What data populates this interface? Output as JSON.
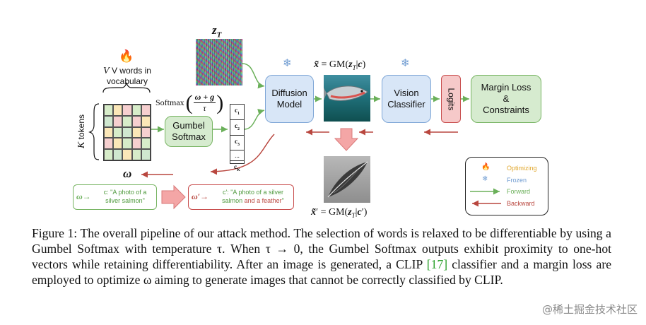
{
  "figure": {
    "z_T": "z_T",
    "v_words": "V words in vocabulary",
    "v_words_line1": "V words in",
    "v_words_line2": "vocabulary",
    "k_tokens": "K tokens",
    "omega": "ω",
    "softmax_label": "Softmax",
    "softmax_num": "ω + g",
    "softmax_den": "τ",
    "gumbel_box_line1": "Gumbel",
    "gumbel_box_line2": "Softmax",
    "c_tokens": [
      "c1",
      "c2",
      "c3",
      "...",
      "cK"
    ],
    "diffusion_line1": "Diffusion",
    "diffusion_line2": "Model",
    "x_tilde_eq": "x̃ = GM(zT|c)",
    "x_tilde_prime_eq": "x̃′ = GM(zT|c′)",
    "vision_line1": "Vision",
    "vision_line2": "Classifier",
    "logits": "Logits",
    "margin_line1": "Margin Loss",
    "margin_line2": "&",
    "margin_line3": "Constraints",
    "prompt_left_line1": "c: \"A photo of a",
    "prompt_left_line2": "silver salmon\"",
    "prompt_left_omega": "ω→",
    "prompt_right_omega": "ω′→",
    "prompt_right_line1": "c′: \"A photo of a silver",
    "prompt_right_line2a": "salmon",
    "prompt_right_line2b": " and a feather",
    "prompt_right_line2c": "\""
  },
  "legend": {
    "optimizing": "Optimizing",
    "frozen": "Frozen",
    "forward": "Forward",
    "backward": "Backward"
  },
  "colors": {
    "green": "#77b462",
    "red": "#c84c4c",
    "blue": "#7ea6d6",
    "optimizing": "#e1a72c",
    "frozen": "#6e9bd1",
    "forward": "#6bb05a",
    "backward": "#b9473f"
  },
  "caption": {
    "part1": "Figure 1: The overall pipeline of our attack method. The selection of words is relaxed to be differentiable by using a Gumbel Softmax with temperature τ. When τ → 0, the Gumbel Softmax outputs exhibit proximity to one-hot vectors while retaining differentiability. After an image is generated, a CLIP ",
    "cite": "[17]",
    "part2": " classifier and a margin loss are employed to optimize ω aiming to generate images that cannot be correctly classified by CLIP."
  },
  "watermark": "@稀土掘金技术社区"
}
